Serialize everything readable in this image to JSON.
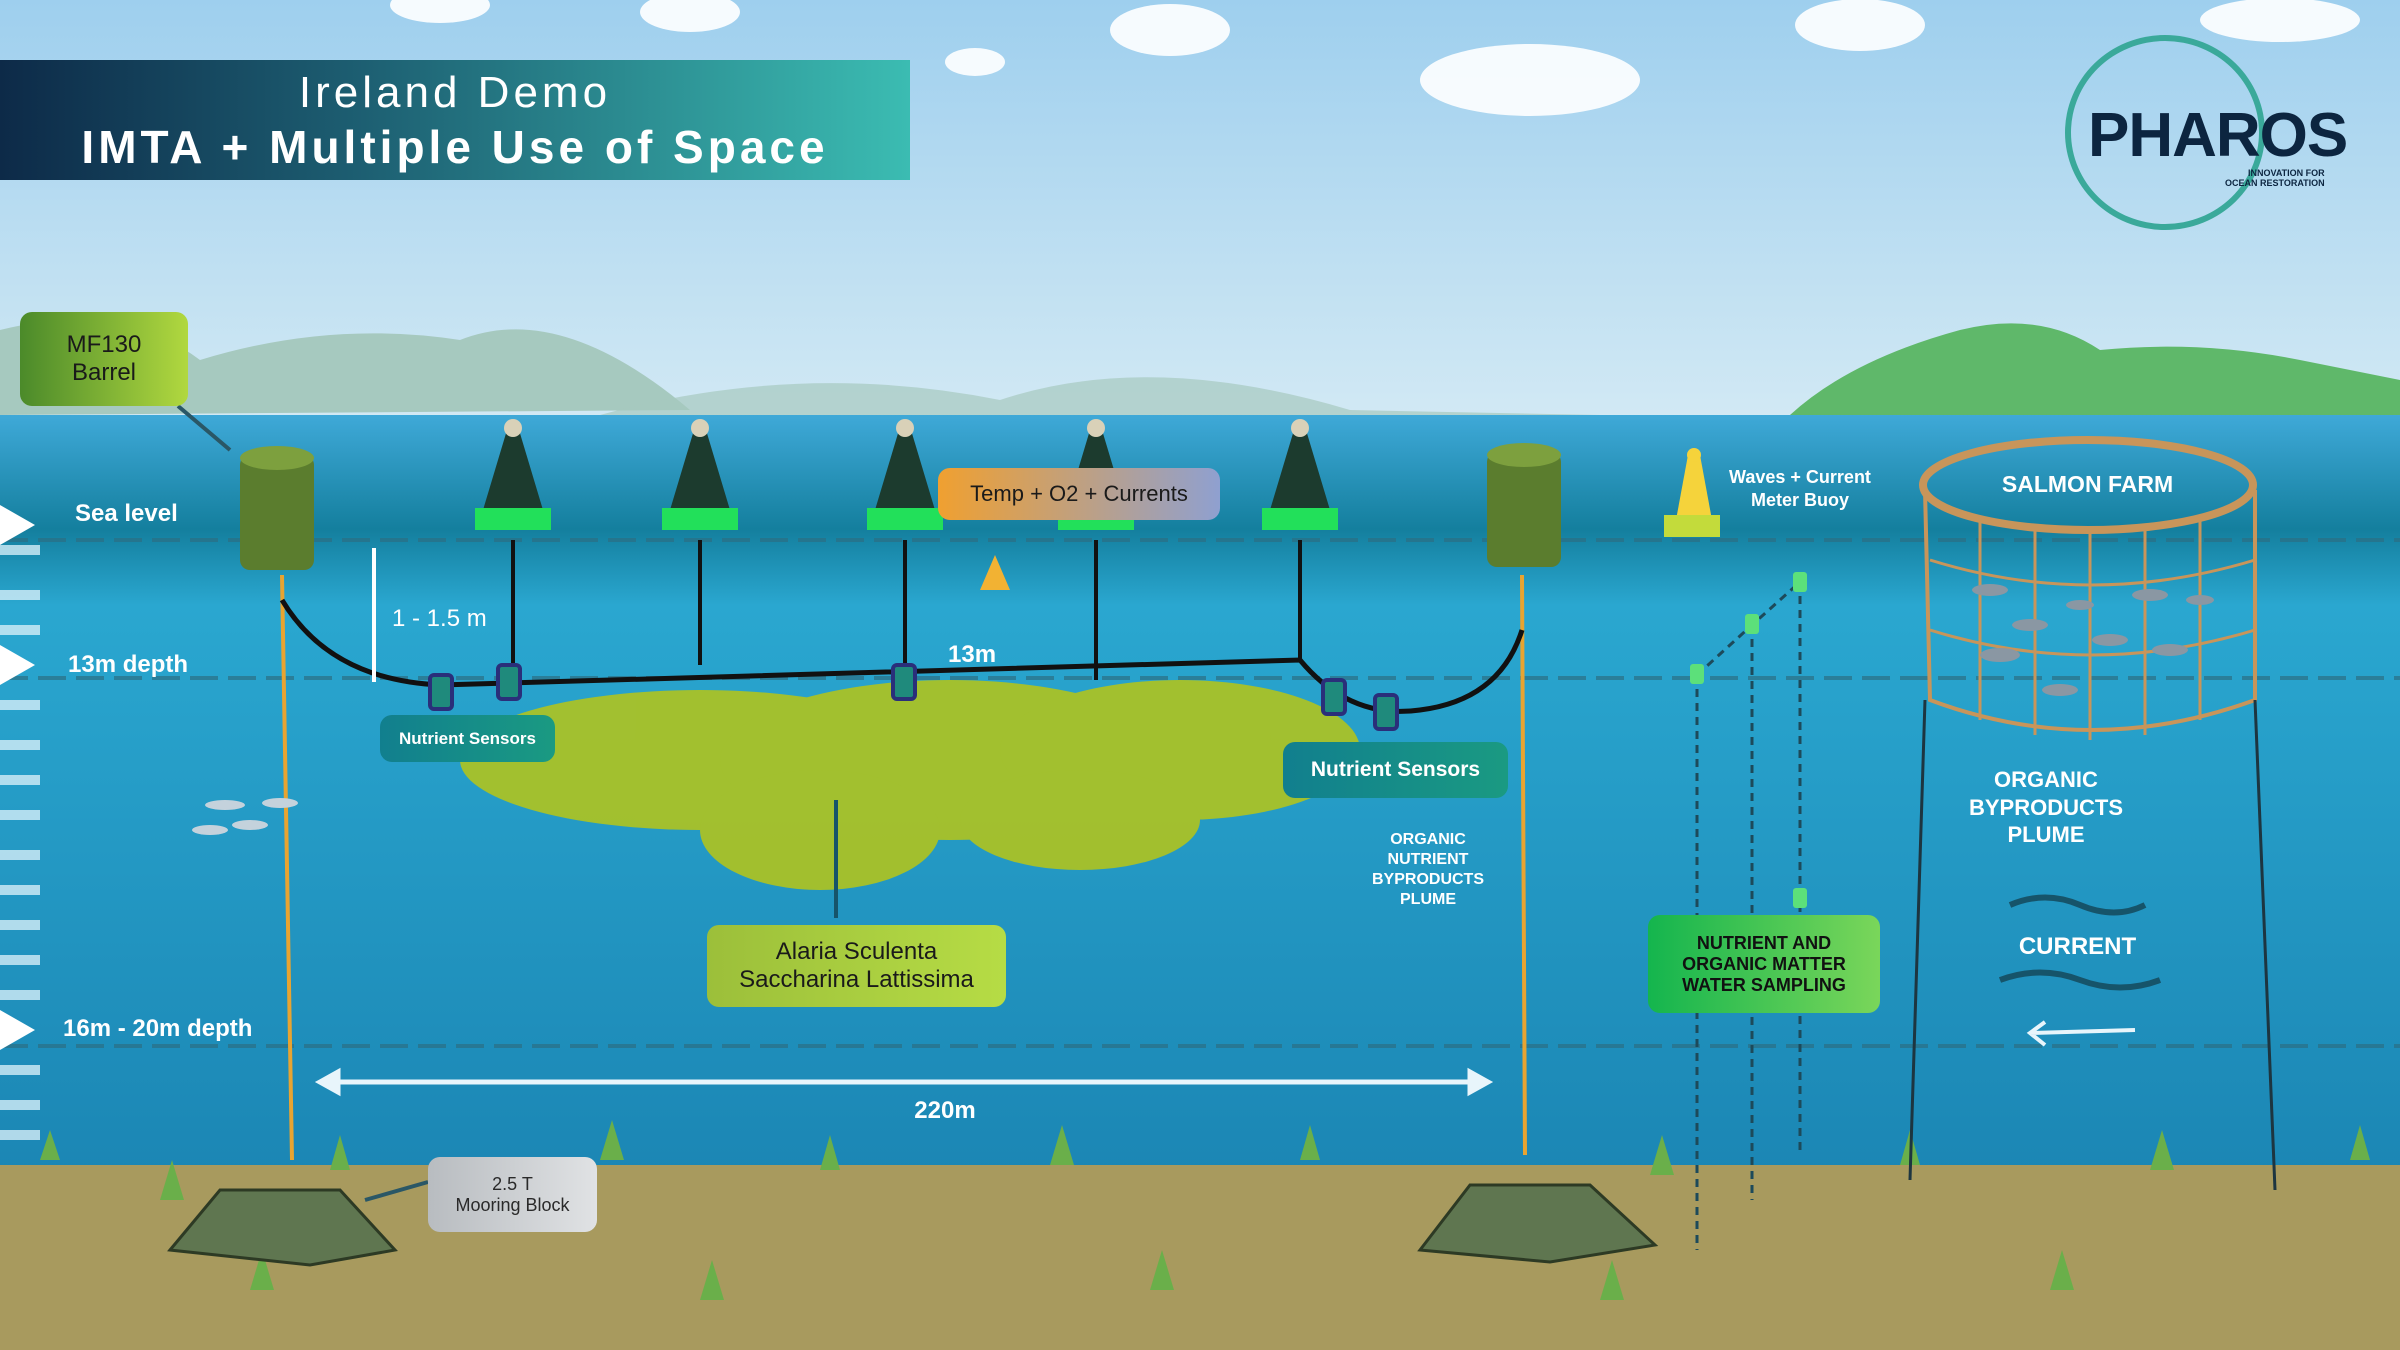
{
  "title": {
    "line1": "Ireland Demo",
    "line2": "IMTA + Multiple Use of Space"
  },
  "logo": {
    "name": "PHAROS",
    "tagline_1": "INNOVATION FOR",
    "tagline_2": "OCEAN RESTORATION"
  },
  "depth_labels": {
    "sea_level": "Sea level",
    "depth_13": "13m depth",
    "depth_16_20": "16m - 20m depth"
  },
  "labels": {
    "barrel": [
      "MF130",
      "Barrel"
    ],
    "gap": "1 - 1.5 m",
    "line_depth": "13m",
    "temp": "Temp + O2 + Currents",
    "nutrient_sensors_left": "Nutrient Sensors",
    "nutrient_sensors_right": "Nutrient Sensors",
    "kelp": [
      "Alaria Sculenta",
      "Saccharina Lattissima"
    ],
    "span": "220m",
    "mooring": [
      "2.5 T",
      "Mooring Block"
    ],
    "organic_nutrient_plume": [
      "ORGANIC",
      "NUTRIENT",
      "BYPRODUCTS",
      "PLUME"
    ],
    "waves_buoy": [
      "Waves + Current",
      "Meter Buoy"
    ],
    "salmon_farm": "SALMON FARM",
    "organic_plume": [
      "ORGANIC",
      "BYPRODUCTS",
      "PLUME"
    ],
    "current": "CURRENT",
    "sampling": [
      "NUTRIENT AND",
      "ORGANIC MATTER",
      "WATER SAMPLING"
    ]
  },
  "colors": {
    "sea": "#1f9fc8",
    "kelp": "#a9c227",
    "seabed": "#a89a5e",
    "buoy": "#22e05a",
    "rope": "#e8a431"
  }
}
